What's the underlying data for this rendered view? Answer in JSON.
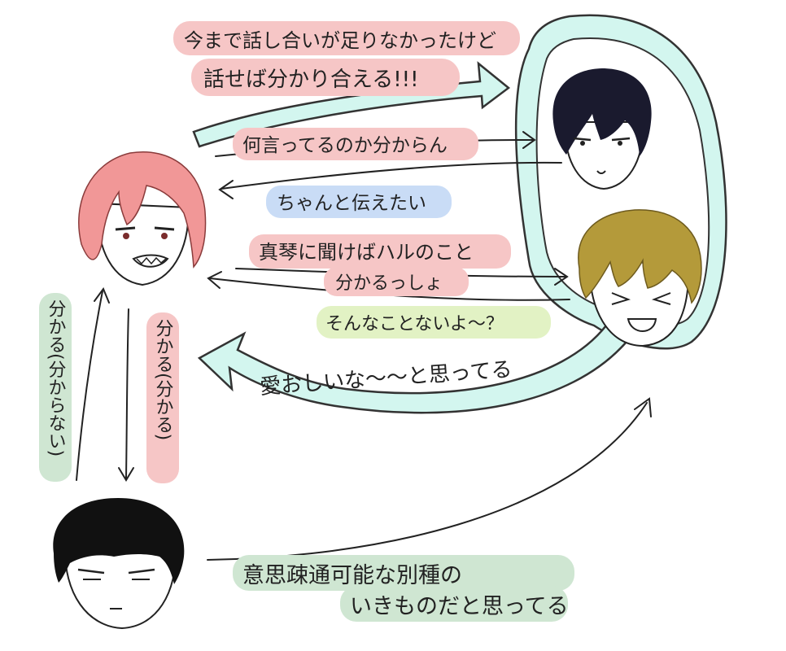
{
  "colors": {
    "pink": "#f6c6c6",
    "cyan": "#d3f6ef",
    "cyan_outline": "#333333",
    "blue": "#c9dcf6",
    "green_label": "#cfe6d2",
    "lime": "#e2f2c4",
    "rin_hair": "#f19797",
    "haru_hair": "#1a1a2e",
    "makoto_hair": "#b49a3a",
    "sousuke_hair": "#111111",
    "ink": "#222222"
  },
  "labels": {
    "rin_to_group_1": "今まで話し合いが足りなかったけど",
    "rin_to_group_2": "話せば分かり合える!!!",
    "rin_to_haru": "何言ってるのか分からん",
    "haru_to_rin": "ちゃんと伝えたい",
    "rin_to_makoto_1": "真琴に聞けばハルのこと",
    "rin_to_makoto_2": "分かるっしょ",
    "makoto_to_rin": "そんなことないよ〜？",
    "group_to_rin": "愛おしいな〜〜と思ってる",
    "rin_to_sousuke": "分かる(分かる)",
    "sousuke_to_rin": "分かる(分からない)",
    "sousuke_to_group_1": "意思疎通可能な別種の",
    "sousuke_to_group_2": "いきものだと思ってる"
  }
}
